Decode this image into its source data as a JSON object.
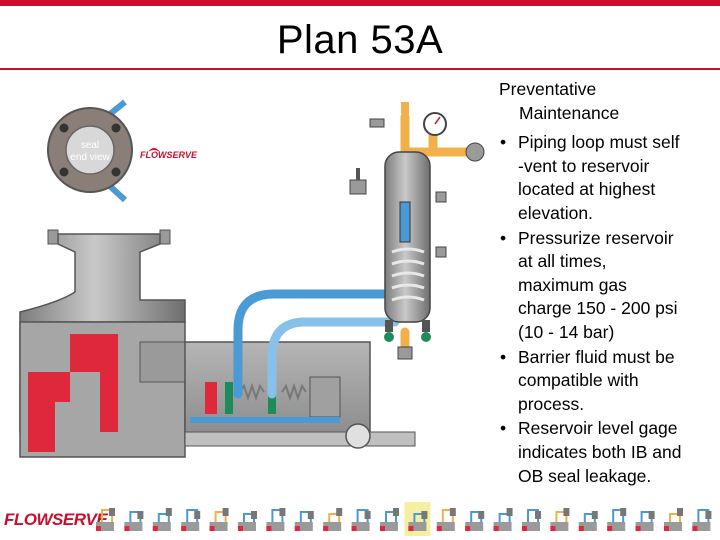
{
  "slide": {
    "title": "Plan 53A"
  },
  "diagram": {
    "seal_end_view_label_line1": "seal",
    "seal_end_view_label_line2": "end view",
    "logo_text": "FLOWSERVE"
  },
  "panel": {
    "heading_line1": "Preventative",
    "heading_line2": "Maintenance",
    "bullet_glyph": "•",
    "bullets": [
      {
        "lines": [
          "Piping loop must self",
          "-vent to reservoir",
          "located at highest",
          "elevation."
        ]
      },
      {
        "lines": [
          "Pressurize reservoir",
          "at all times,",
          "maximum gas",
          "charge 150 - 200 psi",
          "(10 - 14 bar)"
        ]
      },
      {
        "lines": [
          "Barrier fluid must be",
          "compatible with",
          "process."
        ]
      },
      {
        "lines": [
          "Reservoir level gage",
          "indicates both IB and",
          "OB seal leakage."
        ]
      }
    ]
  },
  "footer": {
    "logo_text": "FLOWSERVE",
    "thumbnail_count": 22,
    "highlighted_thumbnail": 11
  },
  "colors": {
    "brand_red": "#c8102e",
    "pipe_orange": "#f2b04a",
    "pipe_blue": "#4a9ad6",
    "metal_grey": "#9a9a9a",
    "process_red": "#e0283c",
    "valve_green": "#1e8c5a"
  }
}
